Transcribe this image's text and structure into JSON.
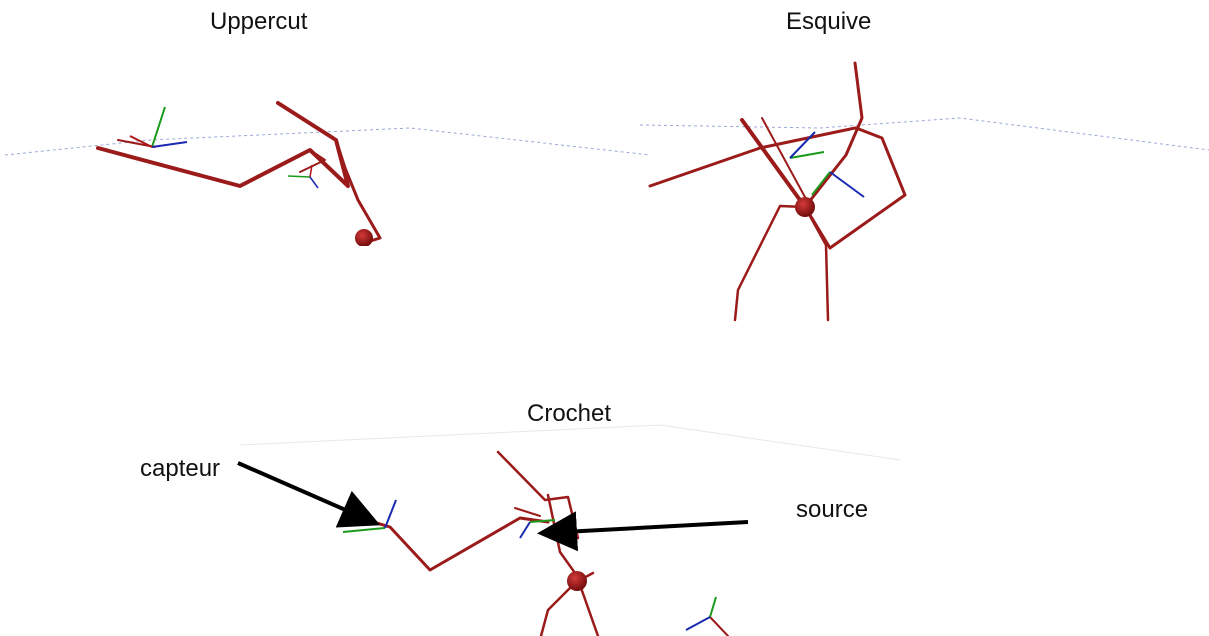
{
  "panels": {
    "uppercut": {
      "title": "Uppercut"
    },
    "esquive": {
      "title": "Esquive"
    },
    "crochet": {
      "title": "Crochet"
    }
  },
  "annotations": {
    "capteur": "capteur",
    "source": "source"
  },
  "colors": {
    "skeleton": "#9b1a1a",
    "axis_x": "#b01515",
    "axis_y": "#1a9a1a",
    "axis_z": "#1a2ab0",
    "floor_line": "#9aaad8",
    "arrow": "#000000"
  }
}
